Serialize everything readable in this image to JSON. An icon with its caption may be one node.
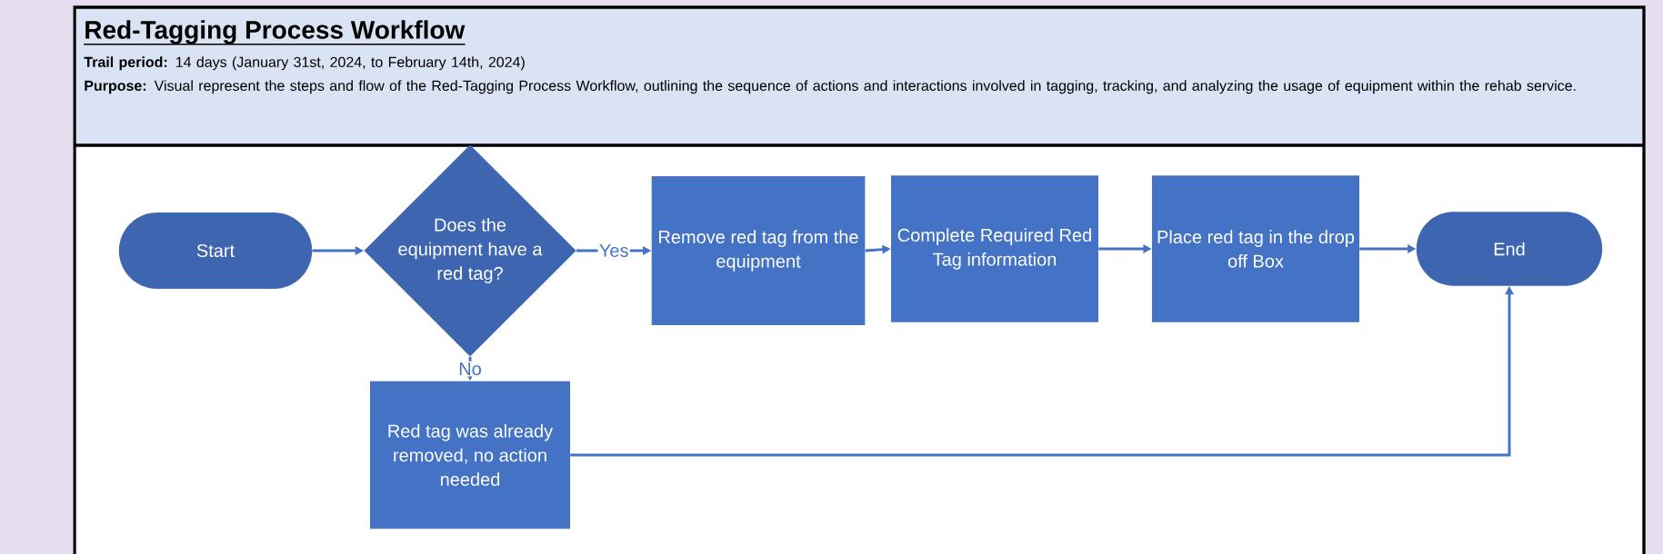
{
  "diagram": {
    "title": "Red-Tagging Process Workflow",
    "nodes": [
      {
        "text": [
          "Start"
        ]
      },
      {
        "text": [
          "Does the equipment have a red tag?"
        ]
      },
      {
        "text": [
          "Remove red tag from the equipment"
        ]
      },
      {
        "text": [
          "Complete Required Red Tag information"
        ]
      },
      {
        "text": [
          "Place red tag in the drop off Box"
        ]
      },
      {
        "text": [
          "End"
        ]
      },
      {
        "text": [
          "Red tag was already removed, no action needed"
        ]
      }
    ],
    "edges": [
      {
        "from": 0,
        "to": 1,
        "arrow": "to"
      },
      {
        "from": 1,
        "to": 2,
        "arrow": "to",
        "label": "Yes"
      },
      {
        "from": 2,
        "to": 3,
        "arrow": "to"
      },
      {
        "from": 3,
        "to": 4,
        "arrow": "to"
      },
      {
        "from": 4,
        "to": 5,
        "arrow": "to"
      },
      {
        "from": 1,
        "to": 6,
        "arrow": "to",
        "label": "No"
      },
      {
        "from": 6,
        "to": 5,
        "arrow": "to"
      }
    ],
    "labels": [
      "**Trail period:** 14 days (January 31st, 2024, to February 14th, 2024)",
      "**Purpose:**  Visual represent the steps and flow of the Red-Tagging Process Workflow, outlining the sequence of actions and interactions involved in tagging, tracking, and analyzing the usage of equipment within the rehab service."
    ]
  }
}
